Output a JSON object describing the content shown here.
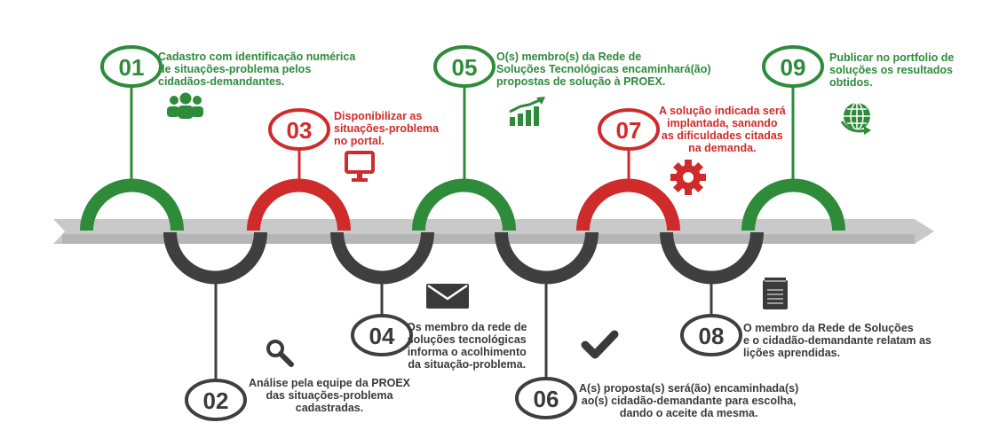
{
  "colors": {
    "green": "#2e8b3a",
    "red": "#d02b2b",
    "dark": "#3a3a3a",
    "band": "#c7c7c7",
    "band_dark": "#9e9e9e"
  },
  "steps": [
    {
      "number": "01",
      "color": "green",
      "icon": "people-group-icon",
      "text": "Cadastro com identificação numérica\nde situações-problema pelos\ncidadãos-demandantes."
    },
    {
      "number": "02",
      "color": "dark",
      "icon": "magnifier-icon",
      "text": "Análise pela equipe da PROEX\ndas situações-problema\ncadastradas."
    },
    {
      "number": "03",
      "color": "red",
      "icon": "monitor-icon",
      "text": "Disponibilizar as\nsituações-problema\nno portal."
    },
    {
      "number": "04",
      "color": "dark",
      "icon": "envelope-icon",
      "text": "Os membro da rede de\nsoluções tecnológicas\ninforma o acolhimento\nda situação-problema."
    },
    {
      "number": "05",
      "color": "green",
      "icon": "growth-chart-icon",
      "text": "O(s) membro(s) da Rede de\nSoluções Tecnológicas encaminhará(ão)\npropostas de solução à PROEX."
    },
    {
      "number": "06",
      "color": "dark",
      "icon": "checkmark-icon",
      "text": "A(s) proposta(s) será(ão) encaminhada(s)\nao(s) cidadão-demandante para escolha,\ndando o aceite da mesma."
    },
    {
      "number": "07",
      "color": "red",
      "icon": "gear-icon",
      "text": "A solução indicada será\nimplantada, sanando\nas dificuldades citadas\nna demanda."
    },
    {
      "number": "08",
      "color": "dark",
      "icon": "notepad-icon",
      "text": "O membro da Rede de Soluções\ne o cidadão-demandante relatam as\nlições aprendidas."
    },
    {
      "number": "09",
      "color": "green",
      "icon": "globe-recycle-icon",
      "text": "Publicar no portfolio de\nsoluções os resultados\nobtidos."
    }
  ]
}
